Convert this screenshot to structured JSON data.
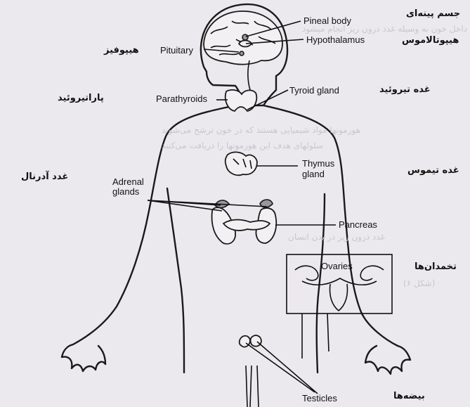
{
  "labels": {
    "pineal_body": "Pineal body",
    "hypothalamus": "Hypothalamus",
    "pituitary": "Pituitary",
    "parathyroids": "Parathyroids",
    "thyroid_gland": "Tyroid gland",
    "thymus_gland_1": "Thymus",
    "thymus_gland_2": "gland",
    "adrenal_glands_1": "Adrenal",
    "adrenal_glands_2": "glands",
    "pancreas": "Pancreas",
    "ovaries": "Ovaries",
    "testicles": "Testicles"
  },
  "persian_labels": {
    "pineal": "جسم پینه‌ای",
    "hypothalamus": "هیپوتالاموس",
    "pituitary": "هیپوفیز",
    "parathyroid": "پاراتیروئید",
    "thyroid": "غده تیروئید",
    "thymus": "غده تیموس",
    "adrenal": "غدد آدرنال",
    "gonads_female": "تخمدان‌ها",
    "gonads_male": "بیضه‌ها"
  },
  "background_text": [
    "ترشح هورمون ها به داخل خون به وسیله غدد درون ریز انجام میشود",
    "هورمونها مواد شیمیایی هستند که در خون ترشح می‌شوند",
    "سلولهای هدف این هورمونها را دریافت می‌کنند",
    "غدد درون ریز در بدن انسان",
    "(شکل ۶)"
  ]
}
